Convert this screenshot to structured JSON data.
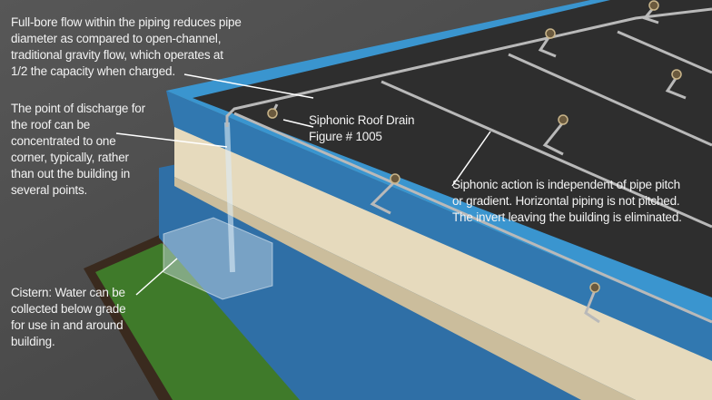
{
  "annotations": {
    "full_bore": "Full-bore flow within the piping reduces pipe diameter as compared to open-channel, traditional gravity flow, which operates at 1/2 the capacity when charged.",
    "discharge": "The point of discharge for the roof can be concentrated to one corner, typically, rather than out the building in several points.",
    "drain_name": "Siphonic Roof Drain",
    "drain_figure": "Figure # 1005",
    "siphonic_action": "Siphonic action is independent of pipe pitch or gradient. Horizontal piping is not pitched. The invert leaving the building is eliminated.",
    "cistern": "Cistern: Water can be collected below grade for use in and around building."
  },
  "colors": {
    "background": "#4f4f4f",
    "parapet": "#3a8fc6",
    "wall": "#e8dcc0",
    "roof": "#2f2f2f",
    "grass": "#3f7a2a",
    "pipe": "#b9b9b9"
  }
}
